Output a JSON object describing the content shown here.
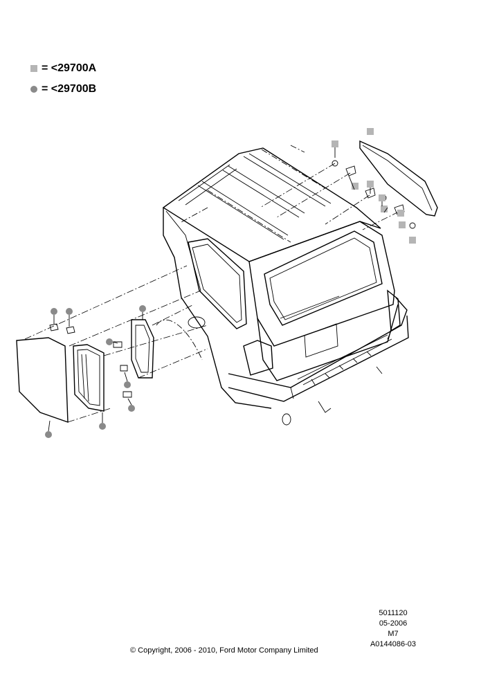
{
  "legend": {
    "square_label": "= <29700A",
    "circle_label": "= <29700B",
    "square_color": "#b5b5b5",
    "circle_color": "#8a8a8a"
  },
  "footer": {
    "code1": "5011120",
    "date": "05-2006",
    "model": "M7",
    "ref": "A0144086-03",
    "copyright": "© Copyright, 2006 - 2010, Ford Motor Company Limited"
  },
  "markers": {
    "square_marker_count": 9,
    "circle_marker_count": 8
  }
}
